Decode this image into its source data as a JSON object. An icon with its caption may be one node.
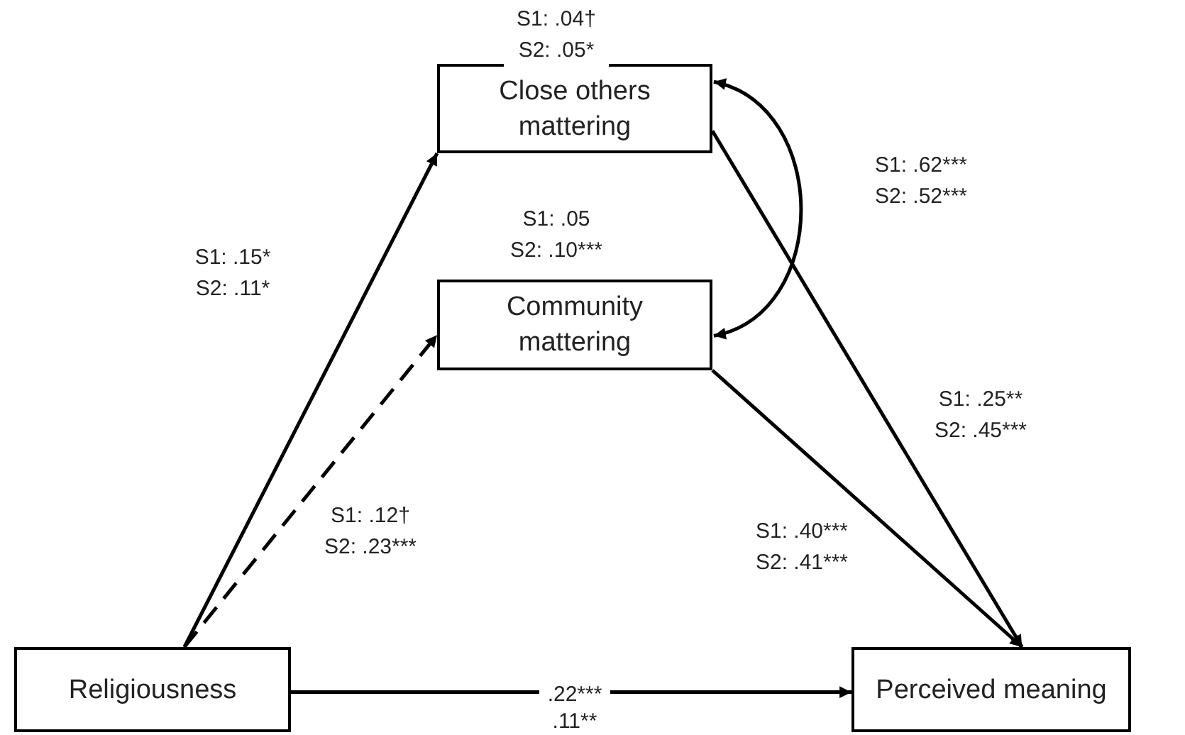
{
  "diagram": {
    "nodes": [
      {
        "text": [
          "Close others mattering"
        ],
        "beside": [
          "S1: .04† S2: .05*"
        ]
      },
      {
        "text": [
          "Community mattering"
        ],
        "beside": [
          "S1: .05 S2: .10***"
        ]
      },
      {
        "text": [
          "Religiousness"
        ]
      },
      {
        "text": [
          "Perceived meaning"
        ]
      }
    ],
    "edges": [
      {
        "from": 2,
        "to": 0,
        "arrow": "to",
        "label": "S1: .15* S2: .11*"
      },
      {
        "from": 2,
        "to": 1,
        "arrow": "to",
        "label": "S1: .12† S2: .23***",
        "style": "dashed"
      },
      {
        "from": 1,
        "to": 3,
        "arrow": "to",
        "label": "S1: .40*** S2: .41***"
      },
      {
        "from": 0,
        "to": 3,
        "arrow": "to",
        "label": "S1: .25** S2: .45***"
      },
      {
        "from": 0,
        "to": 1,
        "arrow": "both",
        "label": "S1: .62*** S2: .52***"
      },
      {
        "from": 2,
        "to": 3,
        "arrow": "to",
        "label": ".22*** .11**"
      }
    ]
  }
}
